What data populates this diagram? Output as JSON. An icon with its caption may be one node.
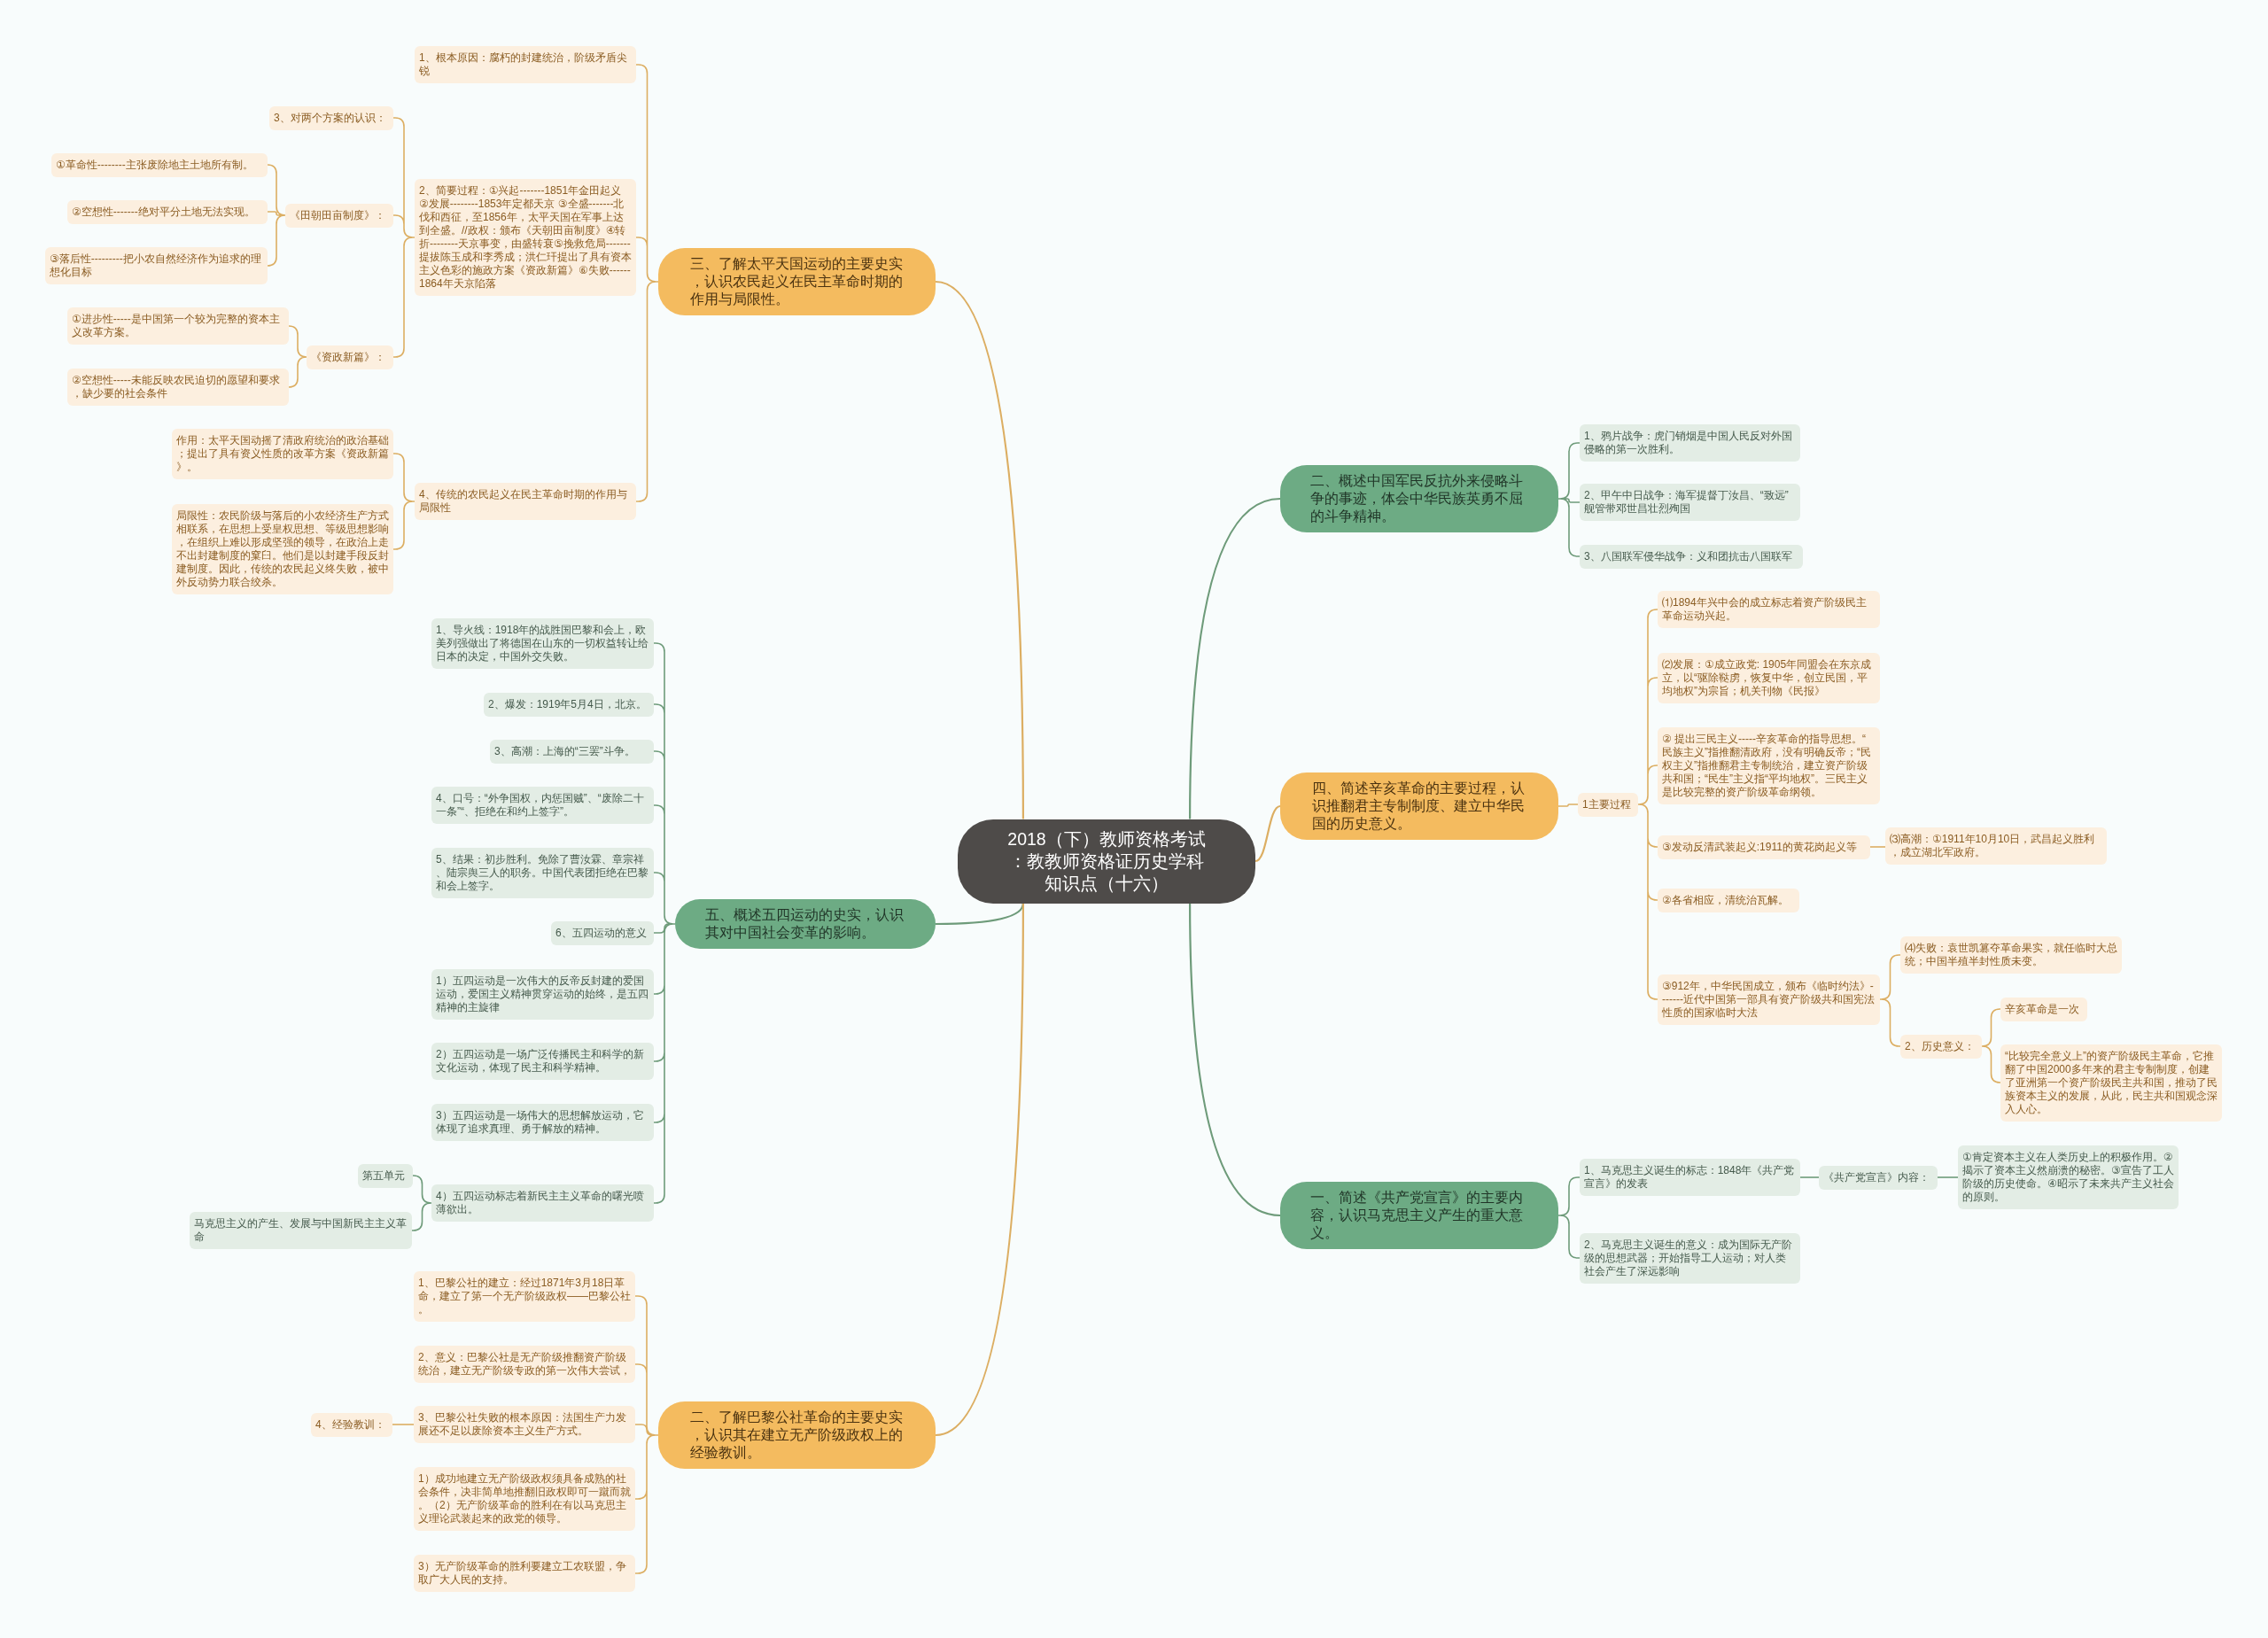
{
  "diagram": {
    "nodes": [
      {
        "text": [
          "2018（下）教师资格考试：教教师资格证历史学科知识点（十六）"
        ]
      },
      {
        "text": [
          "三、了解太平天国运动的主要史实，认识农民起义在民主革命时期的作用与局限性。"
        ]
      },
      {
        "text": [
          "1、根本原因：腐朽的封建统治，阶级矛盾尖锐"
        ]
      },
      {
        "text": [
          "2、简要过程：①兴起-------1851年金田起义 ②发展--------1853年定都天京 ③全盛-------北伐和西征，至1856年，太平天国在军事上达到全盛。//政权：颁布《天朝田亩制度》④转折--------天京事变，由盛转衰⑤挽救危局-------提拔陈玉成和李秀成；洪仁玕提出了具有资本主义色彩的施政方案《资政新篇》⑥失败------1864年天京陷落"
        ]
      },
      {
        "text": [
          "3、对两个方案的认识："
        ]
      },
      {
        "text": [
          "《田朝田亩制度》："
        ]
      },
      {
        "text": [
          "①革命性--------主张废除地主土地所有制。"
        ]
      },
      {
        "text": [
          "②空想性-------绝对平分土地无法实现。"
        ]
      },
      {
        "text": [
          "③落后性---------把小农自然经济作为追求的理想化目标"
        ]
      },
      {
        "text": [
          "《资政新篇》："
        ]
      },
      {
        "text": [
          "①进步性-----是中国第一个较为完整的资本主义改革方案。"
        ]
      },
      {
        "text": [
          "②空想性-----未能反映农民迫切的愿望和要求，缺少要的社会条件"
        ]
      },
      {
        "text": [
          "4、传统的农民起义在民主革命时期的作用与局限性"
        ]
      },
      {
        "text": [
          "作用：太平天国动摇了清政府统治的政治基础；提出了具有资义性质的改革方案《资政新篇》。"
        ]
      },
      {
        "text": [
          "局限性：农民阶级与落后的小农经济生产方式相联系，在思想上受皇权思想、等级思想影响，在组织上难以形成坚强的领导，在政治上走不出封建制度的窠臼。他们是以封建手段反封建制度。因此，传统的农民起义终失败，被中外反动势力联合绞杀。"
        ]
      },
      {
        "text": [
          "五、概述五四运动的史实，认识其对中国社会变革的影响。"
        ]
      },
      {
        "text": [
          "1、导火线：1918年的战胜国巴黎和会上，欧美列强做出了将德国在山东的一切权益转让给日本的决定，中国外交失败。"
        ]
      },
      {
        "text": [
          "2、爆发：1919年5月4日，北京。"
        ]
      },
      {
        "text": [
          "3、高潮：上海的“三罢”斗争。"
        ]
      },
      {
        "text": [
          "4、口号：“外争国权，内惩国贼”、“废除二十一条”“、拒绝在和约上签字”。"
        ]
      },
      {
        "text": [
          "5、结果：初步胜利。免除了曹汝霖、章宗祥、陆宗舆三人的职务。中国代表团拒绝在巴黎和会上签字。"
        ]
      },
      {
        "text": [
          "6、五四运动的意义"
        ]
      },
      {
        "text": [
          "1）五四运动是一次伟大的反帝反封建的爱国运动，爱国主义精神贯穿运动的始终，是五四精神的主旋律"
        ]
      },
      {
        "text": [
          "2）五四运动是一场广泛传播民主和科学的新文化运动，体现了民主和科学精神。"
        ]
      },
      {
        "text": [
          "3）五四运动是一场伟大的思想解放运动，它体现了追求真理、勇于解放的精神。"
        ]
      },
      {
        "text": [
          "4）五四运动标志着新民主主义革命的曙光喷薄欲出。"
        ]
      },
      {
        "text": [
          "第五单元"
        ]
      },
      {
        "text": [
          "马克思主义的产生、发展与中国新民主主义革命"
        ]
      },
      {
        "text": [
          "二、了解巴黎公社革命的主要史实，认识其在建立无产阶级政权上的经验教训。"
        ]
      },
      {
        "text": [
          "1、巴黎公社的建立：经过1871年3月18日革命，建立了第一个无产阶级政权——巴黎公社。"
        ]
      },
      {
        "text": [
          "2、意义：巴黎公社是无产阶级推翻资产阶级统治，建立无产阶级专政的第一次伟大尝试，"
        ]
      },
      {
        "text": [
          "3、巴黎公社失败的根本原因：法国生产力发展还不足以废除资本主义生产方式。"
        ]
      },
      {
        "text": [
          "4、经验教训："
        ]
      },
      {
        "text": [
          "1）成功地建立无产阶级政权须具备成熟的社会条件，决非简单地推翻旧政权即可一蹴而就。（2）无产阶级革命的胜利在有以马克思主义理论武装起来的政党的领导。"
        ]
      },
      {
        "text": [
          "3）无产阶级革命的胜利要建立工农联盟，争取广大人民的支持。"
        ]
      },
      {
        "text": [
          "二、概述中国军民反抗外来侵略斗争的事迹，体会中华民族英勇不屈的斗争精神。"
        ]
      },
      {
        "text": [
          "1、鸦片战争：虎门销烟是中国人民反对外国侵略的第一次胜利。"
        ]
      },
      {
        "text": [
          "2、甲午中日战争：海军提督丁汝昌、“致远”舰管带邓世昌壮烈殉国"
        ]
      },
      {
        "text": [
          "3、八国联军侵华战争：义和团抗击八国联军"
        ]
      },
      {
        "text": [
          "四、简述辛亥革命的主要过程，认识推翻君主专制制度、建立中华民国的历史意义。"
        ]
      },
      {
        "text": [
          "1主要过程"
        ]
      },
      {
        "text": [
          "⑴1894年兴中会的成立标志着资产阶级民主革命运动兴起。"
        ]
      },
      {
        "text": [
          "⑵发展：①成立政党: 1905年同盟会在东京成立，以“驱除鞑虏，恢复中华，创立民国，平均地权”为宗旨；机关刊物《民报》"
        ]
      },
      {
        "text": [
          "② 提出三民主义-----辛亥革命的指导思想。“民族主义”指推翻清政府，没有明确反帝；“民权主义”指推翻君主专制统治，建立资产阶级共和国；“民生”主义指“平均地权”。三民主义是比较完整的资产阶级革命纲领。"
        ]
      },
      {
        "text": [
          "③发动反清武装起义:1911的黄花岗起义等"
        ]
      },
      {
        "text": [
          "⑶高潮：①1911年10月10日，武昌起义胜利，成立湖北军政府。"
        ]
      },
      {
        "text": [
          "②各省相应，清统治瓦解。"
        ]
      },
      {
        "text": [
          "③912年，中华民国成立，颁布《临时约法》-------近代中国第一部具有资产阶级共和国宪法性质的国家临时大法"
        ]
      },
      {
        "text": [
          "⑷失败：袁世凯篡夺革命果实，就任临时大总统；中国半殖半封性质未变。"
        ]
      },
      {
        "text": [
          "2、历史意义："
        ]
      },
      {
        "text": [
          "辛亥革命是一次"
        ]
      },
      {
        "text": [
          "“比较完全意义上”的资产阶级民主革命，它推翻了中国2000多年来的君主专制制度，创建了亚洲第一个资产阶级民主共和国，推动了民族资本主义的发展，从此，民主共和国观念深入人心。"
        ]
      },
      {
        "text": [
          "一、简述《共产党宣言》的主要内容，认识马克思主义产生的重大意义。"
        ]
      },
      {
        "text": [
          "1、马克思主义诞生的标志：1848年《共产党宣言》的发表"
        ]
      },
      {
        "text": [
          "《共产党宣言》内容："
        ]
      },
      {
        "text": [
          "①肯定资本主义在人类历史上的积极作用。②揭示了资本主义然崩溃的秘密。③宣告了工人阶级的历史使命。④昭示了未来共产主义社会的原则。"
        ]
      },
      {
        "text": [
          "2、马克思主义诞生的意义：成为国际无产阶级的思想武器；开始指导工人运动；对人类社会产生了深远影响"
        ]
      }
    ],
    "edges": [
      {
        "from": 0,
        "to": 1,
        "arrow": "none"
      },
      {
        "from": 1,
        "to": 2,
        "arrow": "none"
      },
      {
        "from": 1,
        "to": 3,
        "arrow": "none"
      },
      {
        "from": 3,
        "to": 4,
        "arrow": "none"
      },
      {
        "from": 3,
        "to": 5,
        "arrow": "none"
      },
      {
        "from": 5,
        "to": 6,
        "arrow": "none"
      },
      {
        "from": 5,
        "to": 7,
        "arrow": "none"
      },
      {
        "from": 5,
        "to": 8,
        "arrow": "none"
      },
      {
        "from": 3,
        "to": 9,
        "arrow": "none"
      },
      {
        "from": 9,
        "to": 10,
        "arrow": "none"
      },
      {
        "from": 9,
        "to": 11,
        "arrow": "none"
      },
      {
        "from": 1,
        "to": 12,
        "arrow": "none"
      },
      {
        "from": 12,
        "to": 13,
        "arrow": "none"
      },
      {
        "from": 12,
        "to": 14,
        "arrow": "none"
      },
      {
        "from": 0,
        "to": 15,
        "arrow": "none",
        "color": "#6e9b7a"
      },
      {
        "from": 15,
        "to": 16,
        "arrow": "none",
        "color": "#6e9b7a"
      },
      {
        "from": 15,
        "to": 17,
        "arrow": "none",
        "color": "#6e9b7a"
      },
      {
        "from": 15,
        "to": 18,
        "arrow": "none",
        "color": "#6e9b7a"
      },
      {
        "from": 15,
        "to": 19,
        "arrow": "none",
        "color": "#6e9b7a"
      },
      {
        "from": 15,
        "to": 20,
        "arrow": "none",
        "color": "#6e9b7a"
      },
      {
        "from": 15,
        "to": 21,
        "arrow": "none",
        "color": "#6e9b7a"
      },
      {
        "from": 15,
        "to": 22,
        "arrow": "none",
        "color": "#6e9b7a"
      },
      {
        "from": 15,
        "to": 23,
        "arrow": "none",
        "color": "#6e9b7a"
      },
      {
        "from": 15,
        "to": 24,
        "arrow": "none",
        "color": "#6e9b7a"
      },
      {
        "from": 15,
        "to": 25,
        "arrow": "none",
        "color": "#6e9b7a"
      },
      {
        "from": 25,
        "to": 26,
        "arrow": "none",
        "color": "#6e9b7a"
      },
      {
        "from": 25,
        "to": 27,
        "arrow": "none",
        "color": "#6e9b7a"
      },
      {
        "from": 0,
        "to": 28,
        "arrow": "none"
      },
      {
        "from": 28,
        "to": 29,
        "arrow": "none"
      },
      {
        "from": 28,
        "to": 30,
        "arrow": "none"
      },
      {
        "from": 28,
        "to": 31,
        "arrow": "none"
      },
      {
        "from": 31,
        "to": 32,
        "arrow": "none"
      },
      {
        "from": 28,
        "to": 33,
        "arrow": "none"
      },
      {
        "from": 28,
        "to": 34,
        "arrow": "none"
      },
      {
        "from": 0,
        "to": 35,
        "arrow": "none",
        "color": "#6e9b7a"
      },
      {
        "from": 35,
        "to": 36,
        "arrow": "none",
        "color": "#6e9b7a"
      },
      {
        "from": 35,
        "to": 37,
        "arrow": "none",
        "color": "#6e9b7a"
      },
      {
        "from": 35,
        "to": 38,
        "arrow": "none",
        "color": "#6e9b7a"
      },
      {
        "from": 0,
        "to": 39,
        "arrow": "none"
      },
      {
        "from": 39,
        "to": 40,
        "arrow": "none"
      },
      {
        "from": 40,
        "to": 41,
        "arrow": "none"
      },
      {
        "from": 40,
        "to": 42,
        "arrow": "none"
      },
      {
        "from": 40,
        "to": 43,
        "arrow": "none"
      },
      {
        "from": 40,
        "to": 44,
        "arrow": "none"
      },
      {
        "from": 44,
        "to": 45,
        "arrow": "none"
      },
      {
        "from": 40,
        "to": 46,
        "arrow": "none"
      },
      {
        "from": 40,
        "to": 47,
        "arrow": "none"
      },
      {
        "from": 47,
        "to": 48,
        "arrow": "none"
      },
      {
        "from": 47,
        "to": 49,
        "arrow": "none"
      },
      {
        "from": 49,
        "to": 50,
        "arrow": "none"
      },
      {
        "from": 49,
        "to": 51,
        "arrow": "none"
      },
      {
        "from": 0,
        "to": 52,
        "arrow": "none",
        "color": "#6e9b7a"
      },
      {
        "from": 52,
        "to": 53,
        "arrow": "none",
        "color": "#6e9b7a"
      },
      {
        "from": 53,
        "to": 54,
        "arrow": "none",
        "color": "#6e9b7a"
      },
      {
        "from": 54,
        "to": 55,
        "arrow": "none",
        "color": "#6e9b7a"
      },
      {
        "from": 52,
        "to": 56,
        "arrow": "none",
        "color": "#6e9b7a"
      }
    ]
  }
}
